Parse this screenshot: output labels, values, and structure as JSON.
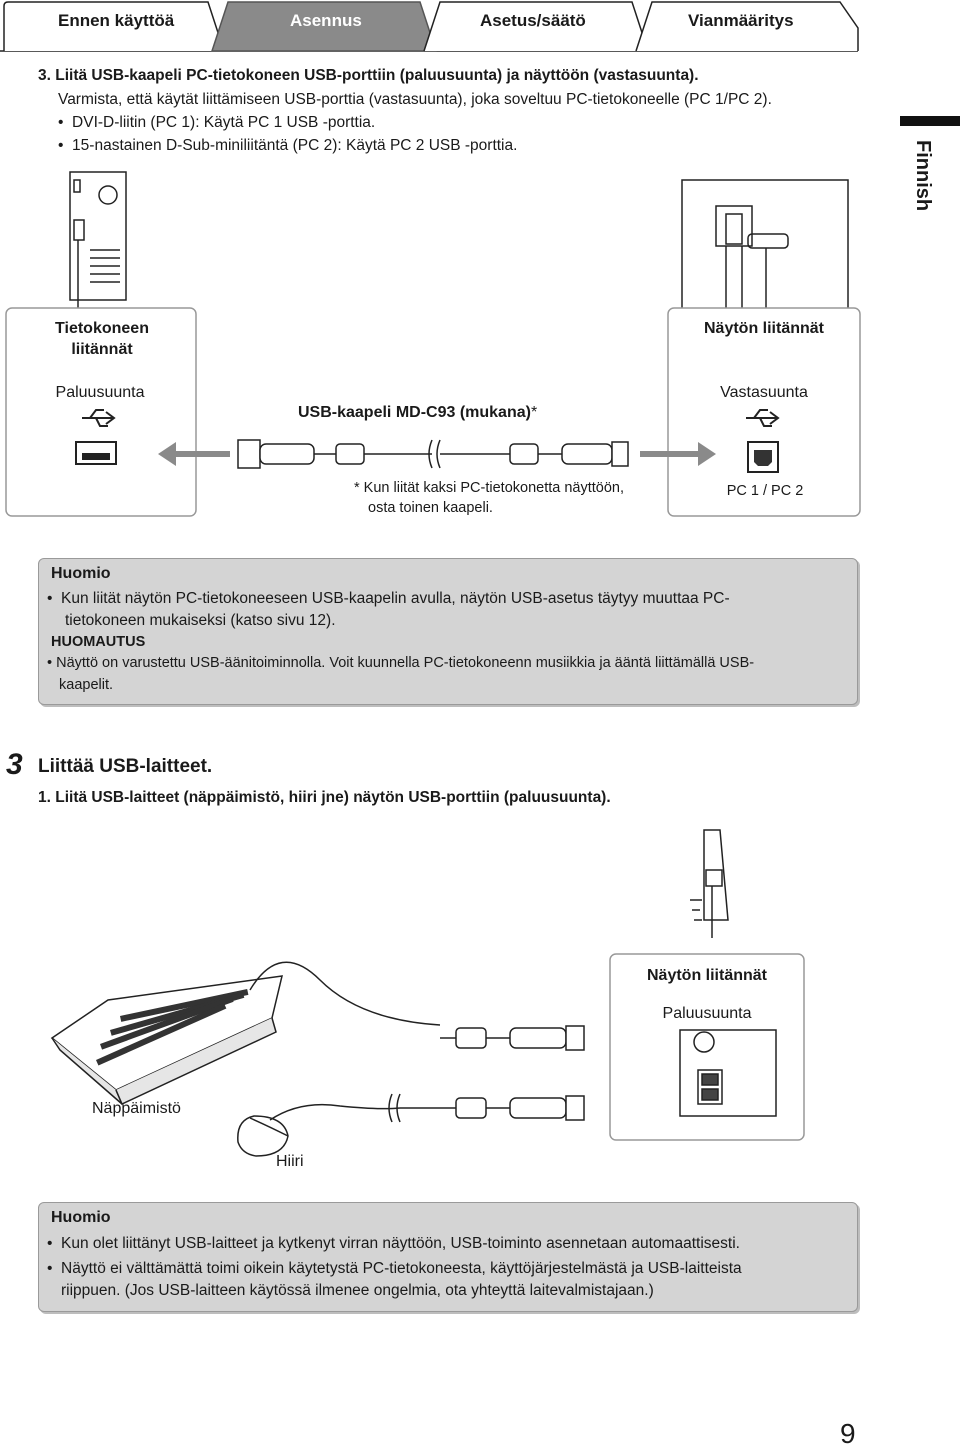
{
  "tabs": [
    {
      "label": "Ennen käyttöä",
      "active": false
    },
    {
      "label": "Asennus",
      "active": true
    },
    {
      "label": "Asetus/säätö",
      "active": false
    },
    {
      "label": "Vianmääritys",
      "active": false
    }
  ],
  "side_label": "Finnish",
  "step3_sub": {
    "heading": "3. Liitä USB-kaapeli PC-tietokoneen USB-porttiin (paluusuunta) ja näyttöön (vastasuunta).",
    "line1": "Varmista, että käytät liittämiseen USB-porttia (vastasuunta), joka soveltuu PC-tietokoneelle (PC 1/PC 2).",
    "bullets": [
      "DVI-D-liitin (PC 1): Käytä PC 1 USB -porttia.",
      "15-nastainen D-Sub-miniliitäntä (PC 2): Käytä PC 2 USB -porttia."
    ]
  },
  "diagram1": {
    "pc_box_title_line1": "Tietokoneen",
    "pc_box_title_line2": "liitännät",
    "pc_port_label": "Paluusuunta",
    "monitor_box_title": "Näytön liitännät",
    "monitor_port_label": "Vastasuunta",
    "cable_label": "USB-kaapeli MD-C93 (mukana)",
    "cable_asterisk": "*",
    "footnote_line1": "* Kun liität kaksi PC-tietokonetta näyttöön,",
    "footnote_line2": "osta toinen kaapeli.",
    "pc_select_label": "PC 1 / PC 2"
  },
  "note1": {
    "heading": "Huomio",
    "bullet_line1": "Kun liität näytön PC-tietokoneeseen USB-kaapelin avulla, näytön USB-asetus täytyy muuttaa PC-",
    "bullet_line2": "tietokoneen mukaiseksi (katso sivu 12).",
    "subheading": "HUOMAUTUS",
    "remark_line1": "Näyttö on varustettu USB-äänitoiminnolla. Voit kuunnella PC-tietokoneenn musiikkia ja ääntä liittämällä USB-",
    "remark_line2": "kaapelit."
  },
  "step3": {
    "number": "3",
    "title": "Liittää USB-laitteet.",
    "sub1": "1. Liitä USB-laitteet (näppäimistö, hiiri jne) näytön USB-porttiin (paluusuunta)."
  },
  "diagram2": {
    "monitor_box_title": "Näytön liitännät",
    "port_label": "Paluusuunta",
    "keyboard_label": "Näppäimistö",
    "mouse_label": "Hiiri"
  },
  "note2": {
    "heading": "Huomio",
    "bullet1": "Kun olet liittänyt USB-laitteet ja kytkenyt virran näyttöön, USB-toiminto asennetaan automaattisesti.",
    "bullet2_line1": "Näyttö ei välttämättä toimi oikein käytetystä PC-tietokoneesta, käyttöjärjestelmästä ja USB-laitteista",
    "bullet2_line2": "riippuen. (Jos USB-laitteen käytössä ilmenee ongelmia, ota yhteyttä laitevalmistajaan.)"
  },
  "page_number": "9",
  "colors": {
    "active_tab": "#8a8a8a",
    "note_bg": "#d4d4d4"
  }
}
